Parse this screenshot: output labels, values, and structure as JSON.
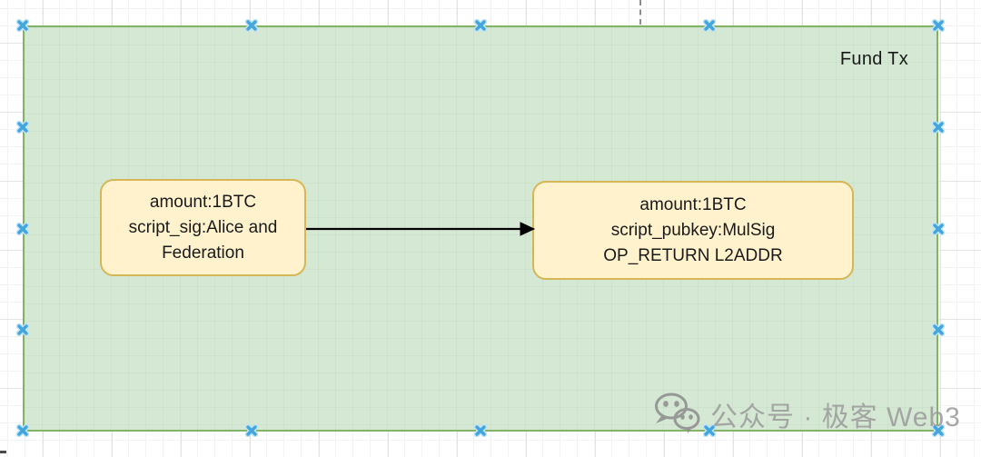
{
  "diagram": {
    "container": {
      "label": "Fund Tx",
      "fill": "#d5e8d4",
      "stroke": "#82b366"
    },
    "nodes": {
      "input": {
        "lines": [
          "amount:1BTC",
          "script_sig:Alice and",
          "Federation"
        ],
        "fill": "#fff2cc",
        "stroke": "#d6b656"
      },
      "output": {
        "lines": [
          "amount:1BTC",
          "script_pubkey:MulSig",
          "OP_RETURN L2ADDR"
        ],
        "fill": "#fff2cc",
        "stroke": "#d6b656"
      }
    },
    "edge": {
      "from": "input-node",
      "to": "output-node",
      "color": "#000000"
    },
    "selection": {
      "handle_color": "#42a5dd",
      "handle_count": 16
    }
  },
  "watermark": {
    "icon": "wechat-icon",
    "text": "公众号 · 极客 Web3",
    "color": "#9a9a9a"
  }
}
